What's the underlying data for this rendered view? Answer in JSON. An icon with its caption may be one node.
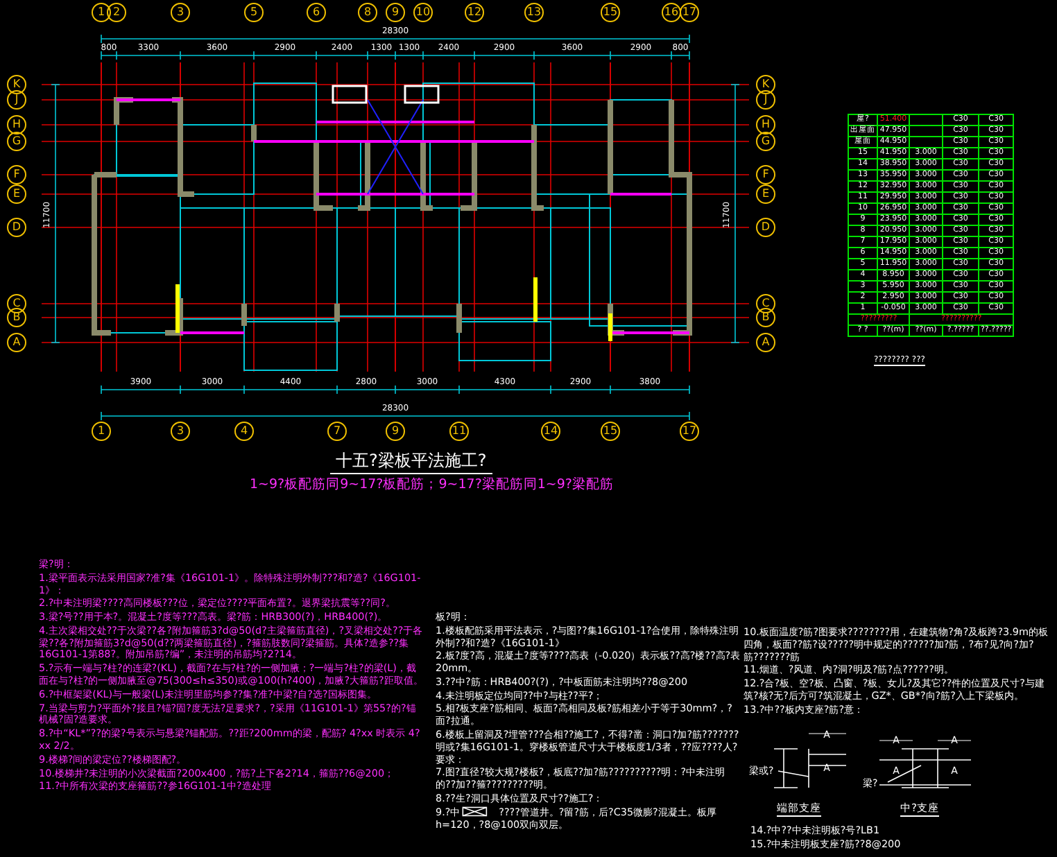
{
  "diagram": {
    "title": "十五?梁板平法施工?",
    "nodes": [
      {
        "text": [
          "1"
        ]
      },
      {
        "text": [
          "2"
        ]
      },
      {
        "text": [
          "3"
        ]
      },
      {
        "text": [
          "5"
        ]
      },
      {
        "text": [
          "6"
        ]
      },
      {
        "text": [
          "8"
        ]
      },
      {
        "text": [
          "9"
        ]
      },
      {
        "text": [
          "10"
        ]
      },
      {
        "text": [
          "12"
        ]
      },
      {
        "text": [
          "13"
        ]
      },
      {
        "text": [
          "15"
        ]
      },
      {
        "text": [
          "16"
        ]
      },
      {
        "text": [
          "17"
        ]
      },
      {
        "text": [
          "K"
        ]
      },
      {
        "text": [
          "J"
        ]
      },
      {
        "text": [
          "H"
        ]
      },
      {
        "text": [
          "G"
        ]
      },
      {
        "text": [
          "F"
        ]
      },
      {
        "text": [
          "E"
        ]
      },
      {
        "text": [
          "D"
        ]
      },
      {
        "text": [
          "C"
        ]
      },
      {
        "text": [
          "B"
        ]
      },
      {
        "text": [
          "A"
        ]
      },
      {
        "text": [
          "K"
        ]
      },
      {
        "text": [
          "J"
        ]
      },
      {
        "text": [
          "H"
        ]
      },
      {
        "text": [
          "G"
        ]
      },
      {
        "text": [
          "F"
        ]
      },
      {
        "text": [
          "E"
        ]
      },
      {
        "text": [
          "D"
        ]
      },
      {
        "text": [
          "C"
        ]
      },
      {
        "text": [
          "B"
        ]
      },
      {
        "text": [
          "A"
        ]
      },
      {
        "text": [
          "1"
        ]
      },
      {
        "text": [
          "3"
        ]
      },
      {
        "text": [
          "4"
        ]
      },
      {
        "text": [
          "7"
        ]
      },
      {
        "text": [
          "9"
        ]
      },
      {
        "text": [
          "11"
        ]
      },
      {
        "text": [
          "14"
        ]
      },
      {
        "text": [
          "15"
        ]
      },
      {
        "text": [
          "17"
        ]
      },
      {
        "text": [
          "梁或?"
        ]
      },
      {
        "text": [
          "梁?"
        ]
      }
    ],
    "edges": [
      {
        "from": 42,
        "to": null,
        "arrow": "none"
      },
      {
        "from": 43,
        "to": null,
        "arrow": "none"
      }
    ],
    "labels": [
      "28300",
      "800",
      "3300",
      "3600",
      "2900",
      "2400",
      "1300",
      "1300",
      "2400",
      "2900",
      "3600",
      "2900",
      "800",
      "11700",
      "11700",
      "3900",
      "3000",
      "4400",
      "2800",
      "3000",
      "4300",
      "2900",
      "3800",
      "28300",
      "屋?",
      "51.400",
      "C30",
      "C30",
      "出屋面",
      "47.950",
      "C30",
      "C30",
      "屋面",
      "44.950",
      "C30",
      "C30",
      "15",
      "41.950",
      "3.000",
      "C30",
      "C30",
      "14",
      "38.950",
      "3.000",
      "C30",
      "C30",
      "13",
      "35.950",
      "3.000",
      "C30",
      "C30",
      "12",
      "32.950",
      "3.000",
      "C30",
      "C30",
      "11",
      "29.950",
      "3.000",
      "C30",
      "C30",
      "10",
      "26.950",
      "3.000",
      "C30",
      "C30",
      "9",
      "23.950",
      "3.000",
      "C30",
      "C30",
      "8",
      "20.950",
      "3.000",
      "C30",
      "C30",
      "7",
      "17.950",
      "3.000",
      "C30",
      "C30",
      "6",
      "14.950",
      "3.000",
      "C30",
      "C30",
      "5",
      "11.950",
      "3.000",
      "C30",
      "C30",
      "4",
      "8.950",
      "3.000",
      "C30",
      "C30",
      "3",
      "5.950",
      "3.000",
      "C30",
      "C30",
      "2",
      "2.950",
      "3.000",
      "C30",
      "C30",
      "1",
      "-0.050",
      "3.000",
      "C30",
      "C30",
      "?????????",
      "??????????",
      "? ?",
      "??(m)",
      "??(m)",
      "?.?????",
      "??.?????",
      "???????? ???",
      "1~9?板配筋同9~17?板配筋；9~17?梁配筋同1~9?梁配筋",
      "梁?明：",
      "1.梁平面表示法采用国家?准?集《16G101-1》。除特殊注明外制???和?造?《16G101-1》：",
      "2.?中未注明梁????高同楼板???位，梁定位????平面布置?。退界梁抗震等??同?。",
      "3.梁?号??用于本?。混凝土?度等???高表。梁?筋：HRB300(?)，HRB400(?)。",
      "4.主次梁相交处??于次梁??各?附加箍筋3?d@50(d?主梁箍筋直径)，?叉梁相交处??于各梁??各?附加箍筋3?d@50(d??两梁箍筋直径)，?箍筋肢数同?梁箍筋。具体?造参??集16G101-1第88?。附加吊筋?编”，未注明的吊筋均?2?14。",
      "5.?示有一端与?柱?的连梁?(KL)，截面?在与?柱?的一侧加腋；?一端与?柱?的梁(L)，截面在与?柱?的一侧加腋至@75(300≤h≤350)或@100(h?400)，加腋?大箍筋?距取值。",
      "6.?中框架梁(KL)与一般梁(L)未注明里筋均参??集?准?中梁?自?选?国标图集。",
      "7.当梁与剪力?平面外?接且?锚?固?度无法?足要求?，?采用《11G101-1》第55?的?锚机械?固?造要求。",
      "8.?中“KL*”??的梁?号表示与悬梁?锚配筋。??距?200mm的梁，配筋? 4?xx 时表示 4?xx 2/2。",
      "9.楼梯?间的梁定位??楼梯图配?。",
      "10.楼梯井?未注明的小次梁截面?200x400，?筋?上下各2?14，箍筋??6@200；",
      "11.?中所有次梁的支座箍筋??参16G101-1中?造处理",
      "板?明：",
      "1.楼板配筋采用平法表示，?与图??集16G101-1?合使用，除特殊注明外制??和?造?《16G101-1》",
      "2.板?度?高，混凝土?度等????高表（-0.020）表示板??高?楼??高?表20mm。",
      "3.??中?筋：HRB400?(?)，?中板面筋未注明均??8@200",
      "4.未注明板定位均同??中?与柱??平?；",
      "5.相?板支座?筋相同、板面?高相同及板?筋相差小于等于30mm?，?面?拉通。",
      "6.楼板上留洞及?埋管???合相??施工?，不得?凿：洞口?加?筋???????明或?集16G101-1。穿楼板管道尺寸大于楼板度1/3者，??应????人?要求：",
      "7.图?直径?较大规?楼板?，板底??加?筋??????????明：?中未注明的??加??箍?????????明。",
      "8.??生?洞口具体位置及尺寸??施工?：",
      "9.?中　　　　????管道井。?留?筋，后?C35微膨?混凝土。板厚h=120，?8@100双向双层。",
      "10.板面温度?筋?图要求????????用，在建筑物?角?及板跨?3.9m的板四角，板面??筋?设?????明中规定的??????加?筋，?布?见?向?加?筋???????筋",
      "11.烟道、?风道、内?洞?明及?筋?点??????明。",
      "12.?合?板、空?板、凸窗、?板、女儿?及其它??件的位置及尺寸?与建筑?核?无?后方可?筑混凝土，GZ*、GB*?向?筋?入上下梁板内。",
      "13.?中??板内支座?筋?意：",
      "14.?中??中未注明板?号?LB1",
      "15.?中未注明板支座?筋??8@200",
      "A",
      "A",
      "A",
      "A",
      "A",
      "A",
      "端部支座",
      "中?支座"
    ]
  }
}
